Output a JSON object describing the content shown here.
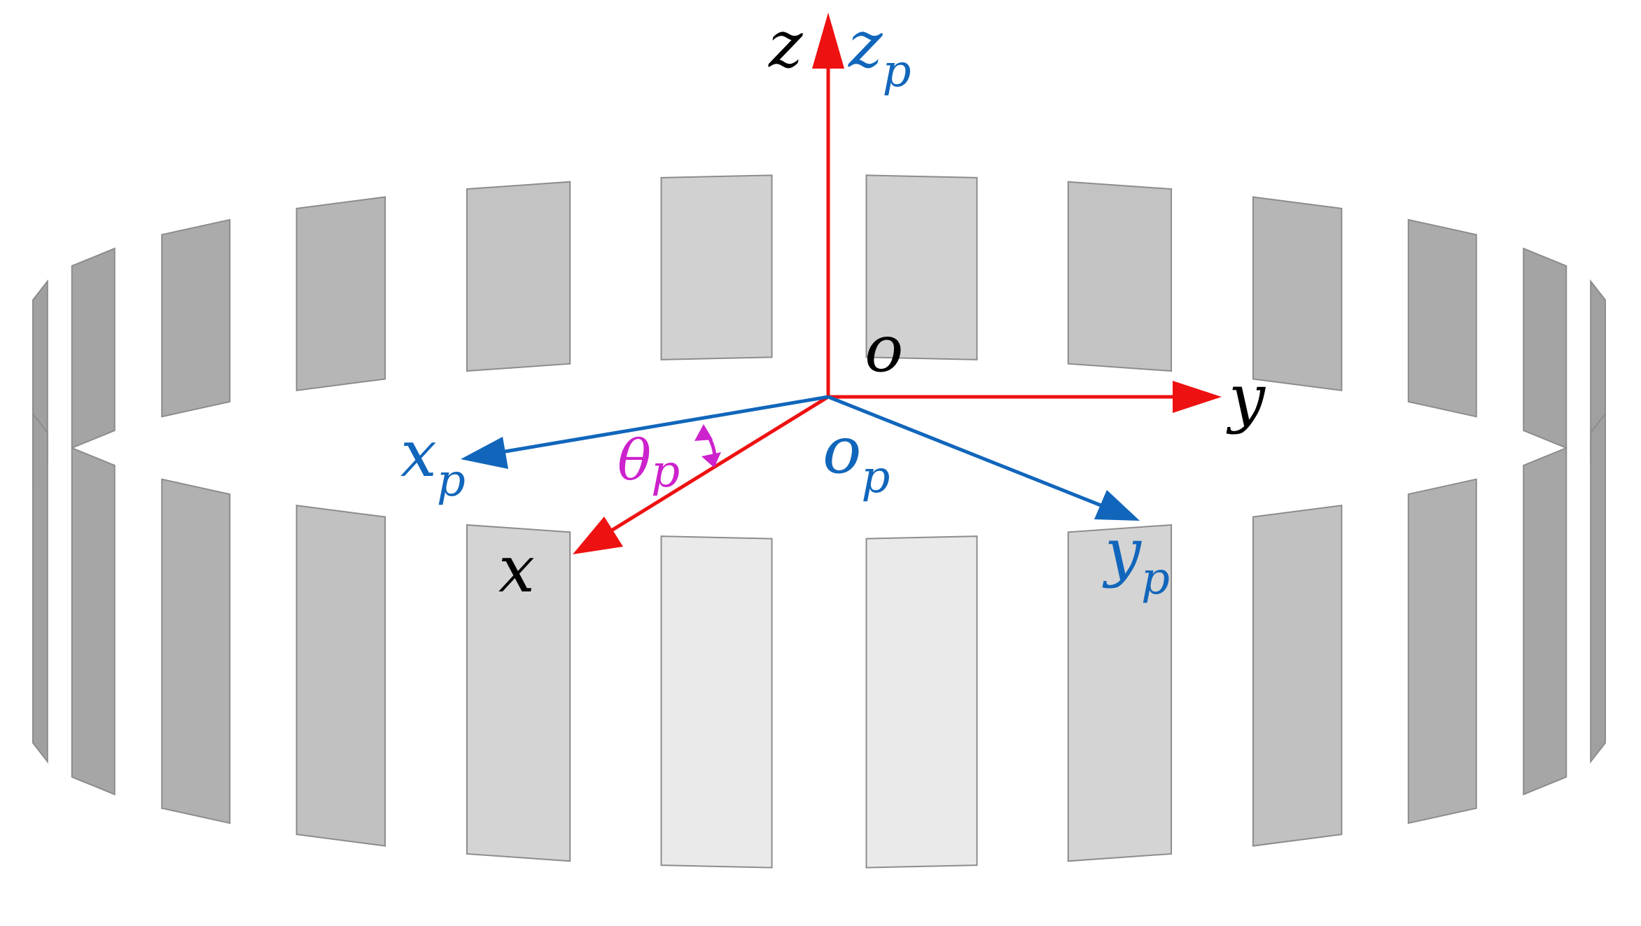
{
  "labels": {
    "z_main": "z",
    "z_p_main": "z",
    "z_p_sub": "p",
    "o_main": "o",
    "y_main": "y",
    "x_main": "x",
    "x_p_main": "x",
    "x_p_sub": "p",
    "theta_main": "θ",
    "theta_sub": "p",
    "o_p_main": "o",
    "o_p_sub": "p",
    "y_p_main": "y",
    "y_p_sub": "p"
  },
  "colors": {
    "global_axes": "#ee1111",
    "local_axes": "#1166bb",
    "angle": "#cc22cc",
    "label_black": "#000000",
    "magnet_light": "#f3f3f3",
    "magnet_mid": "#d9d9d9",
    "magnet_dark": "#a8a8a8",
    "magnet_edge": "#8c8c8c"
  },
  "magnet_ring": {
    "segment_count": 24,
    "gap_between_segments": true
  }
}
